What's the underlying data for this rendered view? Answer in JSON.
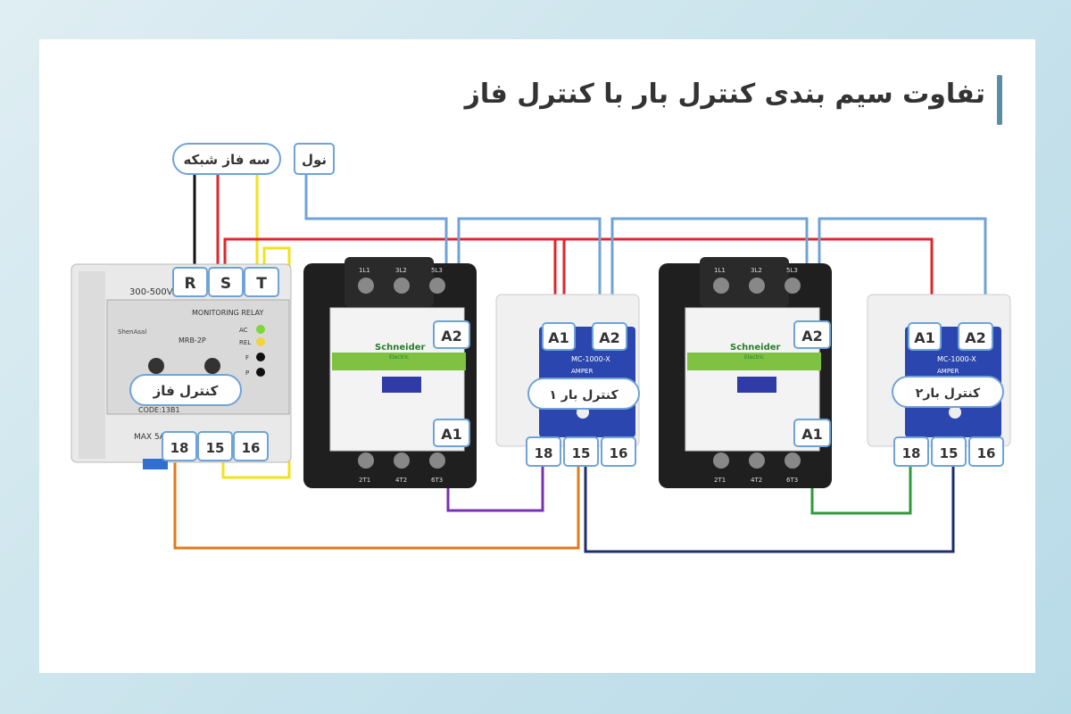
{
  "title": "تفاوت سیم بندی کنترل بار با کنترل فاز",
  "colors": {
    "accent_bar": "#5a8ea3",
    "wire_black": "#111111",
    "wire_red": "#e0262b",
    "wire_yellow": "#f3e21a",
    "wire_blue": "#6fa3d6",
    "wire_orange": "#e07b1a",
    "wire_purple": "#7a2fb5",
    "wire_navy": "#1c2c6e",
    "wire_green": "#2e9b3a"
  },
  "labels": {
    "three_phase": "سه فاز شبکه",
    "neutral": "نول",
    "phase_control": "کنترل فاز",
    "load_control_1": "کنترل بار ۱",
    "load_control_2": "کنترل بار۲"
  },
  "phase_relay": {
    "model": "MRB-2P",
    "brand": "ShenAsal",
    "voltage": "300-500VAC",
    "header": "MONITORING RELAY",
    "code": "CODE:13B1",
    "max": "MAX 5A",
    "led_labels": [
      "AC",
      "REL",
      "F",
      "P"
    ],
    "inputs": [
      "R",
      "S",
      "T"
    ],
    "outputs": [
      "18",
      "15",
      "16"
    ]
  },
  "contactor_1": {
    "brand": "Schneider",
    "brand_sub": "Electric",
    "coil": [
      "A2",
      "A1"
    ],
    "top_terminals": [
      "1L1",
      "3L2",
      "5L3"
    ],
    "bottom_terminals": [
      "2T1",
      "4T2",
      "6T3"
    ]
  },
  "contactor_2": {
    "brand": "Schneider",
    "brand_sub": "Electric",
    "coil": [
      "A2",
      "A1"
    ],
    "top_terminals": [
      "1L1",
      "3L2",
      "5L3"
    ],
    "bottom_terminals": [
      "2T1",
      "4T2",
      "6T3"
    ]
  },
  "load_relay_1": {
    "model": "MC-1000-X",
    "sub": "AMPER",
    "coil": [
      "A1",
      "A2"
    ],
    "outputs": [
      "18",
      "15",
      "16"
    ]
  },
  "load_relay_2": {
    "model": "MC-1000-X",
    "sub": "AMPER",
    "coil": [
      "A1",
      "A2"
    ],
    "outputs": [
      "18",
      "15",
      "16"
    ]
  }
}
